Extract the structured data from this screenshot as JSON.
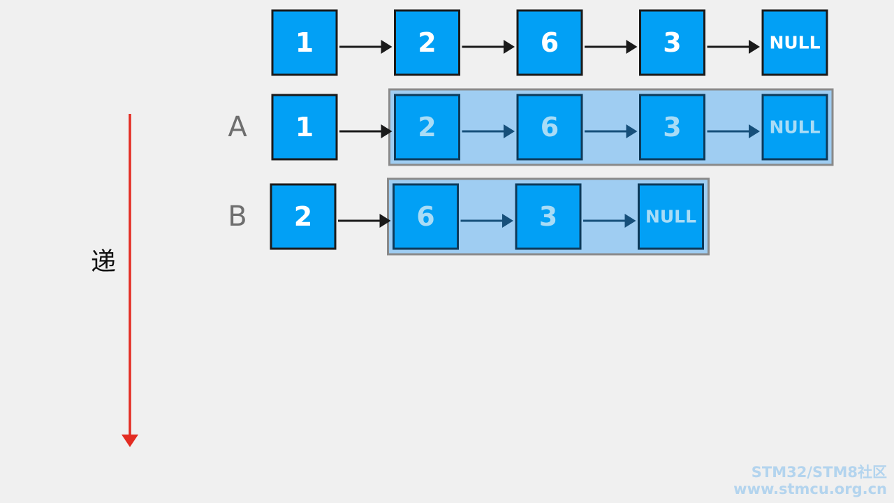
{
  "rows": [
    {
      "label": "",
      "nodes": [
        "1",
        "2",
        "6",
        "3",
        "NULL"
      ],
      "highlight_from": null
    },
    {
      "label": "A",
      "nodes": [
        "1",
        "2",
        "6",
        "3",
        "NULL"
      ],
      "highlight_from": 1
    },
    {
      "label": "B",
      "nodes": [
        "2",
        "6",
        "3",
        "NULL"
      ],
      "highlight_from": 1
    }
  ],
  "direction_label": "递",
  "watermark": {
    "line1": "STM32/STM8社区",
    "line2": "www.stmcu.org.cn"
  },
  "colors": {
    "node_fill": "#02a0f5",
    "highlight_fill": "#9fcdf2",
    "time_arrow": "#e32c22"
  }
}
